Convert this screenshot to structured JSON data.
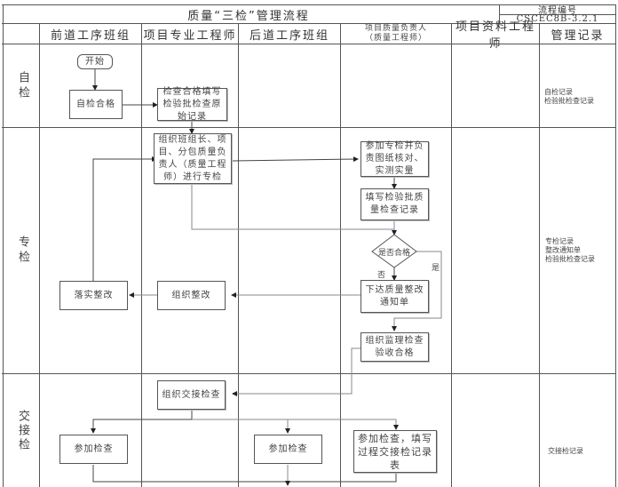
{
  "header": {
    "title": "质量“三检”管理流程",
    "process_number_label": "流程编号",
    "process_number": "CSCEC8B-3.2.1"
  },
  "columns": [
    {
      "label": "前道工序班组"
    },
    {
      "label": "项目专业工程师"
    },
    {
      "label": "后道工序班组"
    },
    {
      "label": "项目质量负责人",
      "sublabel": "（质量工程师）"
    },
    {
      "label": "项目资料工程师"
    },
    {
      "label": "管理记录"
    }
  ],
  "phases": [
    {
      "label": "自检",
      "records": "自检记录\n检验批检查记录"
    },
    {
      "label": "专检",
      "records": "专检记录\n整改通知单\n检验批检查记录"
    },
    {
      "label": "交接检",
      "records": "交接检记录"
    }
  ],
  "nodes": {
    "start": "开始",
    "self_check_pass": "自检合格",
    "fill_inspection_record": "检查合格填写检验批检查原始记录",
    "organize_special_check": "组织班组长、项目、分包质量负责人（质量工程师）进行专检",
    "join_special_check": "参加专检并负责图纸核对、实测实量",
    "fill_quality_record": "填写检验批质量检查记录",
    "decision": "是否合格",
    "issue_rectification": "下达质量整改通知单",
    "organize_rectification": "组织整改",
    "implement_rectification": "落实整改",
    "supervisor_acceptance": "组织监理检查验收合格",
    "organize_handover": "组织交接检查",
    "join_check_prev": "参加检查",
    "join_check_next": "参加检查",
    "join_check_fill": "参加检查，填写过程交接检记录表"
  },
  "edge_labels": {
    "no": "否",
    "yes": "是"
  }
}
